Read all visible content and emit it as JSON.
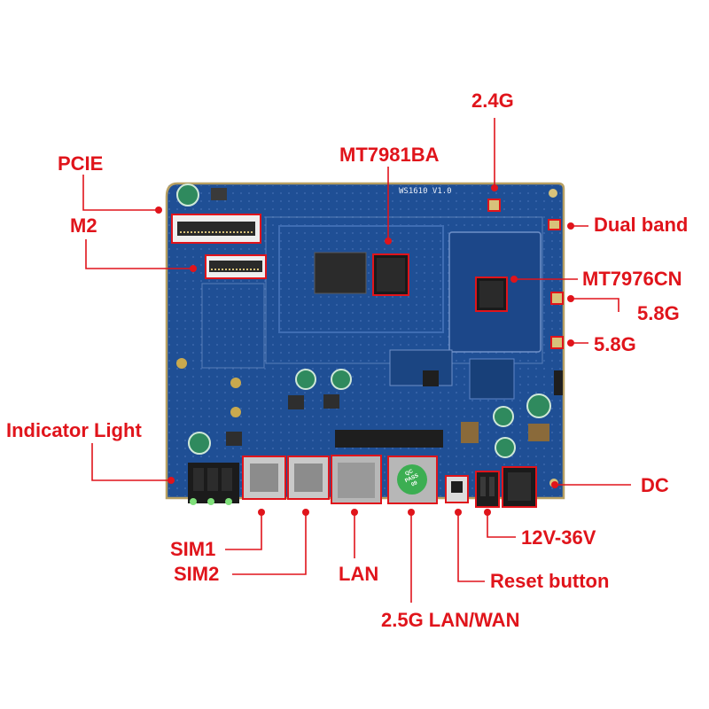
{
  "labels": {
    "band_2_4g": "2.4G",
    "mt7981ba": "MT7981BA",
    "pcie": "PCIE",
    "m2": "M2",
    "dual_band": "Dual band",
    "mt7976cn": "MT7976CN",
    "band_5_8g_a": "5.8G",
    "band_5_8g_b": "5.8G",
    "indicator_light": "Indicator Light",
    "dc": "DC",
    "sim1": "SIM1",
    "sim2": "SIM2",
    "lan": "LAN",
    "voltage": "12V-36V",
    "reset_button": "Reset button",
    "lan_wan": "2.5G LAN/WAN"
  },
  "board": {
    "silkscreen": "WS1610 V1.0",
    "sticker_line1": "QC",
    "sticker_line2": "PASS",
    "sticker_line3": "09"
  },
  "colors": {
    "callout_red": "#e0141b",
    "pcb_blue": "#1f4f95",
    "pcb_dark": "#153a75",
    "pcb_edge": "#b8a062"
  }
}
